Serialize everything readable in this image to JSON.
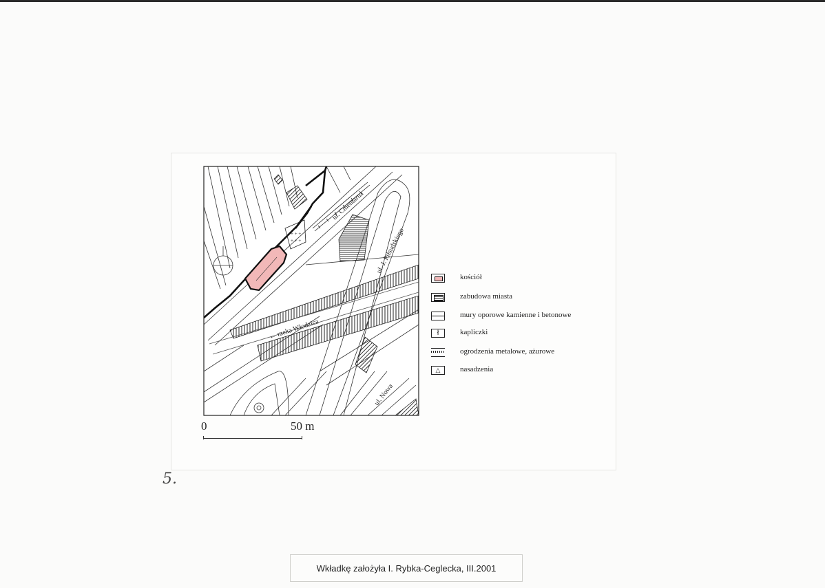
{
  "map": {
    "streets": {
      "cmentarna": "ul. Cmentarna",
      "pilsudskiego": "ul. J. Piłsudskiego",
      "nowa": "ul. Nowa"
    },
    "river": "← rzeka Włodzica"
  },
  "legend": {
    "items": [
      {
        "label": "kościół",
        "icon": "church-swatch",
        "color": "#f2b8b8"
      },
      {
        "label": "zabudowa miasta",
        "icon": "hatched-swatch"
      },
      {
        "label": "mury oporowe kamienne i betonowe",
        "icon": "wall-swatch"
      },
      {
        "label": "kapliczki",
        "icon": "chapel-swatch"
      },
      {
        "label": "ogrodzenia metalowe, ażurowe",
        "icon": "fence-swatch"
      },
      {
        "label": "nasadzenia",
        "icon": "plant-swatch"
      }
    ]
  },
  "scale": {
    "zero": "0",
    "fifty": "50 m"
  },
  "page_number": "5.",
  "credit": "Wkładkę założyła I. Rybka-Ceglecka, III.2001"
}
